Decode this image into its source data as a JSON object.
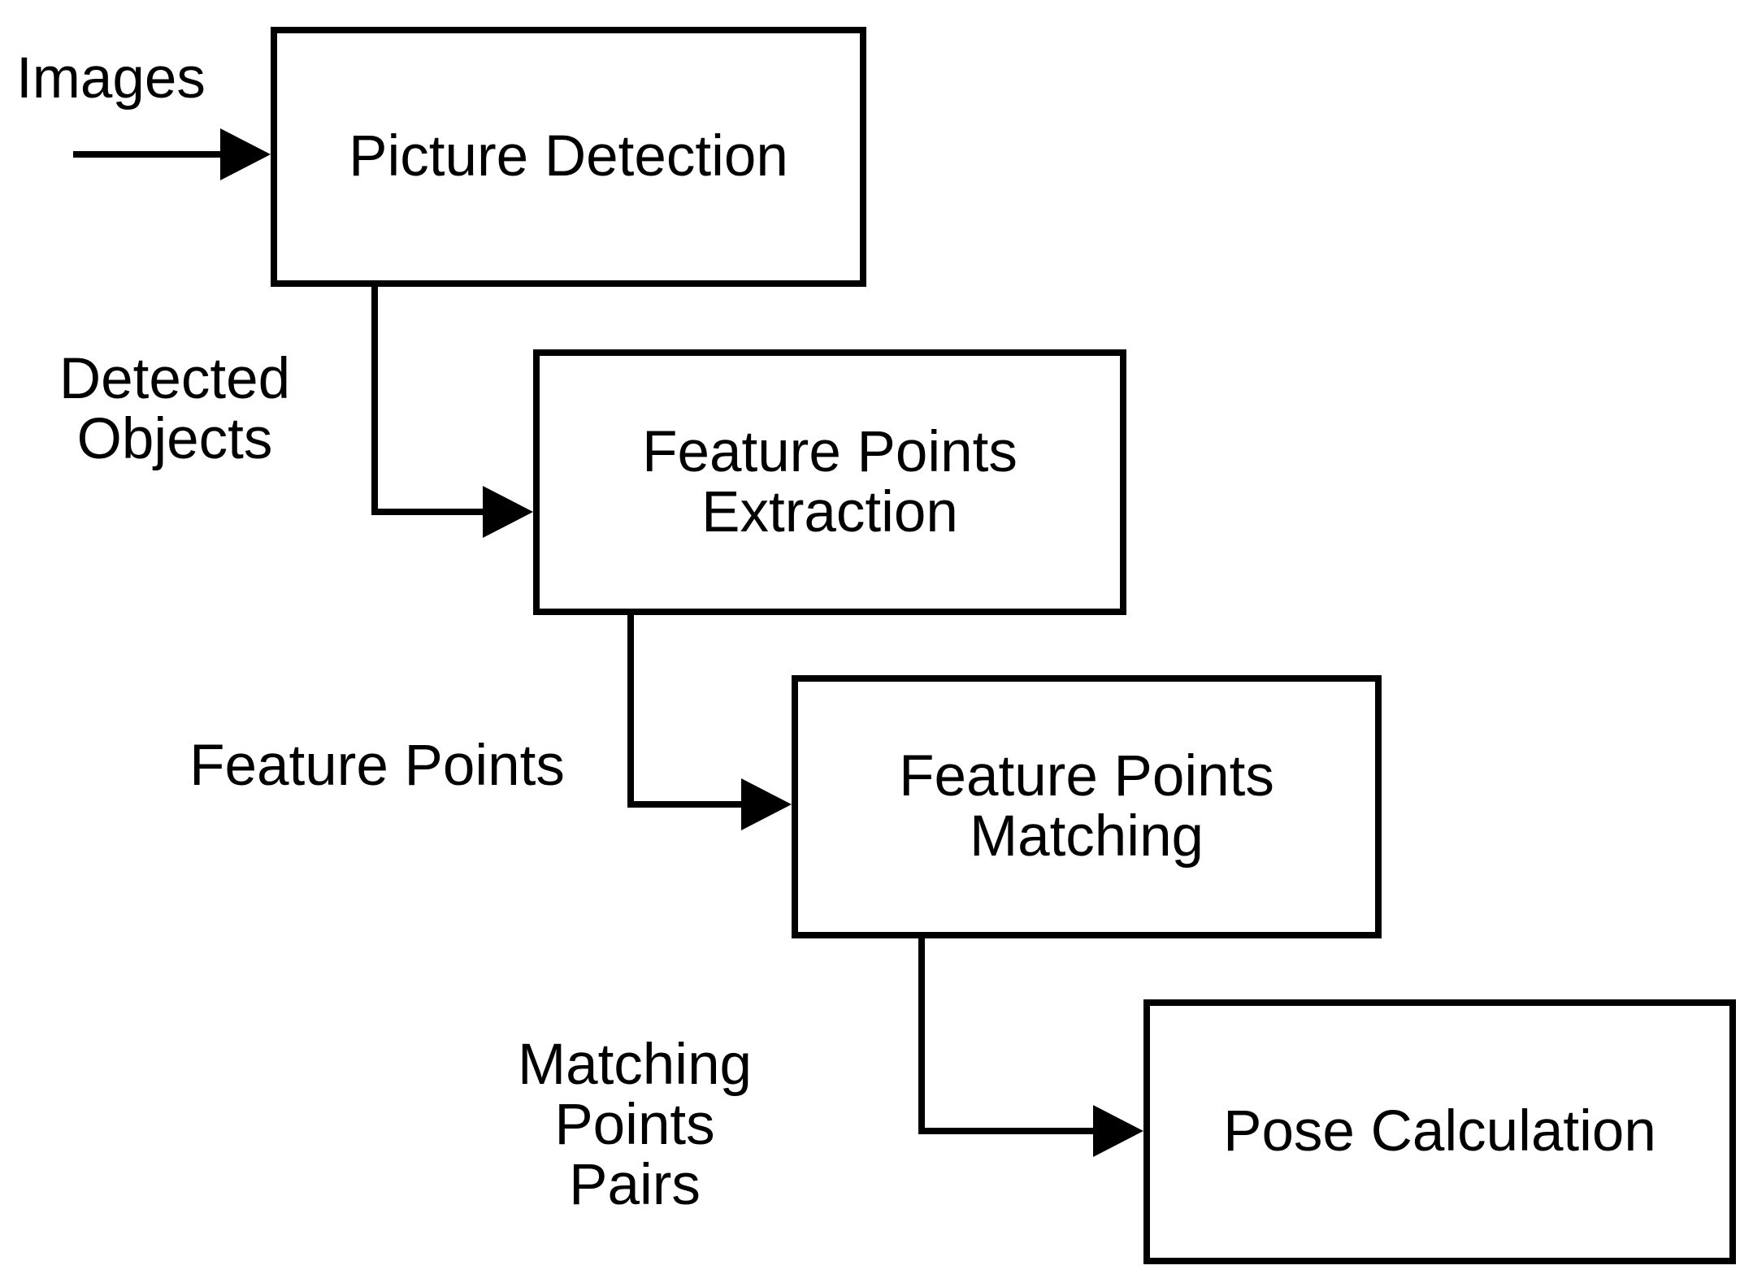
{
  "diagram": {
    "title": "Picture pose estimation pipeline flowchart",
    "colors": {
      "background": "#ffffff",
      "stroke": "#000000",
      "text": "#000000",
      "node_fill": "#ffffff"
    },
    "nodes": [
      {
        "id": "picture-detection",
        "label": "Picture Detection"
      },
      {
        "id": "feature-points-extraction",
        "label": "Feature Points\nExtraction"
      },
      {
        "id": "feature-points-matching",
        "label": "Feature Points\nMatching"
      },
      {
        "id": "pose-calculation",
        "label": "Pose Calculation"
      }
    ],
    "edge_labels": [
      {
        "id": "images",
        "label": "Images"
      },
      {
        "id": "detected-objects",
        "label": "Detected\nObjects"
      },
      {
        "id": "feature-points",
        "label": "Feature Points"
      },
      {
        "id": "matching-points-pairs",
        "label": "Matching Points\nPairs"
      }
    ],
    "edges": [
      {
        "from": "input",
        "to": "picture-detection",
        "label": "Images"
      },
      {
        "from": "picture-detection",
        "to": "feature-points-extraction",
        "label": "Detected Objects"
      },
      {
        "from": "feature-points-extraction",
        "to": "feature-points-matching",
        "label": "Feature Points"
      },
      {
        "from": "feature-points-matching",
        "to": "pose-calculation",
        "label": "Matching Points Pairs"
      }
    ]
  }
}
